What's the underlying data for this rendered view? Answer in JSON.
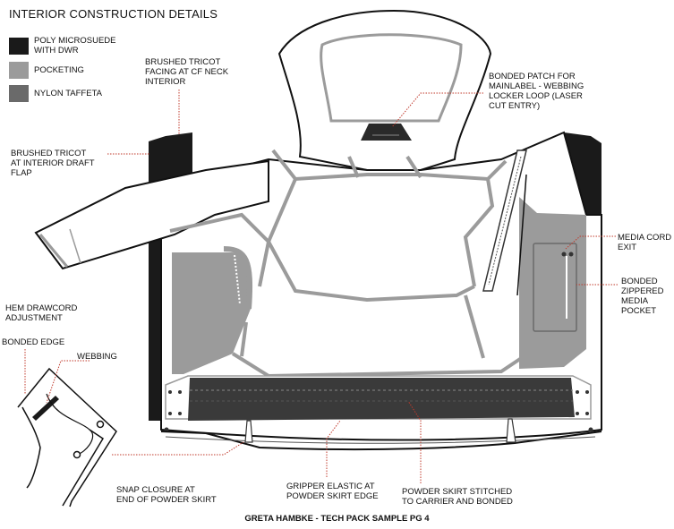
{
  "title": "INTERIOR CONSTRUCTION DETAILS",
  "legend": [
    {
      "label": "POLY MICROSUEDE\nWITH DWR",
      "color": "#1a1a1a"
    },
    {
      "label": "POCKETING",
      "color": "#9b9b9b"
    },
    {
      "label": "NYLON TAFFETA",
      "color": "#6a6a6a"
    }
  ],
  "callouts": {
    "brushed_tricot_neck": "BRUSHED TRICOT\nFACING AT CF NECK\nINTERIOR",
    "bonded_patch": "BONDED PATCH FOR\nMAINLABEL - WEBBING\nLOCKER LOOP (LASER\nCUT ENTRY)",
    "brushed_tricot_draft": "BRUSHED TRICOT\nAT INTERIOR DRAFT\nFLAP",
    "media_cord_exit": "MEDIA CORD\nEXIT",
    "bonded_media_pocket": "BONDED\nZIPPERED\nMEDIA\nPOCKET",
    "hem_drawcord": "HEM DRAWCORD\nADJUSTMENT",
    "bonded_edge": "BONDED EDGE",
    "webbing": "WEBBING",
    "snap_closure": "SNAP CLOSURE AT\nEND OF POWDER SKIRT",
    "gripper_elastic": "GRIPPER ELASTIC AT\nPOWDER SKIRT EDGE",
    "powder_skirt": "POWDER SKIRT STITCHED\nTO CARRIER AND BONDED"
  },
  "footer": "GRETA HAMBKE - TECH PACK SAMPLE PG 4",
  "colors": {
    "microsuede": "#1a1a1a",
    "pocketing": "#9b9b9b",
    "taffeta": "#6a6a6a",
    "callout_line": "#c0392b"
  }
}
